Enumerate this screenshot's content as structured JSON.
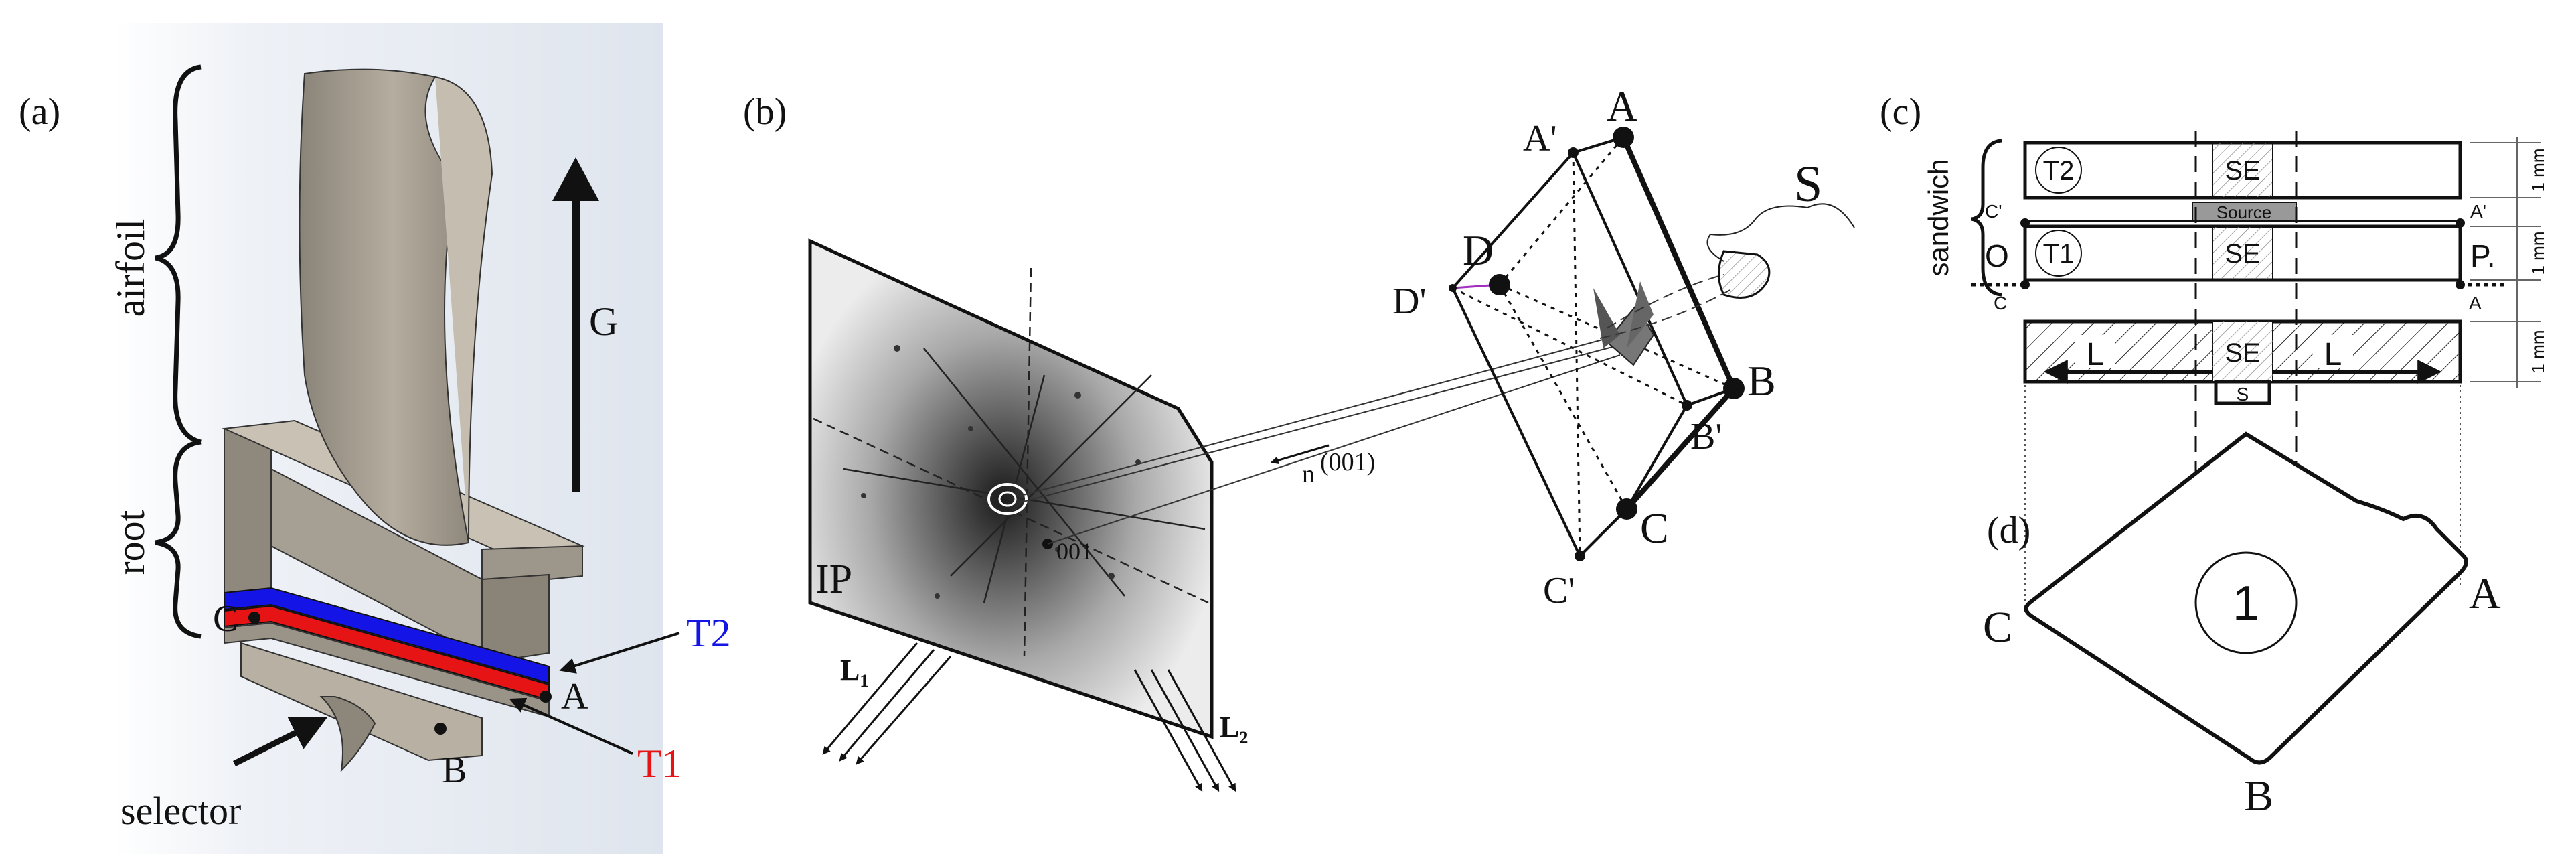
{
  "panel_a": {
    "label": "(a)",
    "brace_airfoil": "airfoil",
    "brace_root": "root",
    "arrow_label": "G",
    "corner_c": "C",
    "corner_a": "A",
    "corner_b": "B",
    "t2": "T2",
    "t1": "T1",
    "selector": "selector",
    "colors": {
      "t2": "#1414e6",
      "t1": "#e61414",
      "metal": "#a69f93",
      "background": "#dde3ec"
    }
  },
  "panel_b": {
    "label": "(b)",
    "plate": "IP",
    "l1_main": "L",
    "l1_sub": "1",
    "l2_main": "L",
    "l2_sub": "2",
    "normal_vec": "n",
    "normal_idx": "(001)",
    "spot": "001",
    "cube_a": "A",
    "cube_a_prime": "A'",
    "cube_b": "B",
    "cube_b_prime": "B'",
    "cube_c": "C",
    "cube_c_prime": "C'",
    "cube_d": "D",
    "cube_d_prime": "D'",
    "source": "S"
  },
  "panel_c": {
    "label": "(c)",
    "sandwich": "sandwich",
    "t2": "T2",
    "t1": "T1",
    "se": "SE",
    "source": "Source",
    "c_prime": "C'",
    "a_prime": "A'",
    "c": "C",
    "a": "A",
    "o": "O",
    "p": "P.",
    "l": "L",
    "s": "S",
    "dim1": "1 mm",
    "dim2": "1 mm",
    "dim3": "1 mm"
  },
  "panel_d": {
    "label": "(d)",
    "corner_c": "C",
    "corner_a": "A",
    "corner_b": "B",
    "circle": "1"
  }
}
